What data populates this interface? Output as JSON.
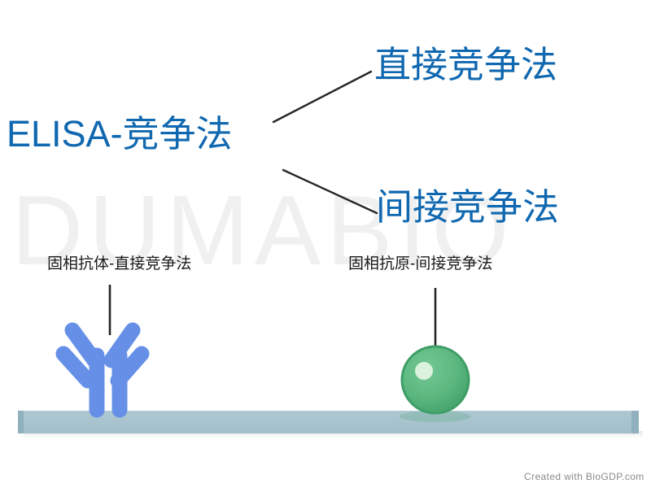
{
  "figure": {
    "title": "ELISA-竞争法",
    "branches": [
      {
        "id": "direct",
        "label": "直接竞争法"
      },
      {
        "id": "indirect",
        "label": "间接竞争法"
      }
    ],
    "captions": [
      {
        "id": "solid-phase-antibody",
        "label": "固相抗体-直接竞争法"
      },
      {
        "id": "solid-phase-antigen",
        "label": "固相抗原-间接竞争法"
      }
    ],
    "watermark": "DUMABIO",
    "footer": "Created with BioGDP.com",
    "colors": {
      "title_blue": "#1068b0",
      "antibody_blue": "#6690e8",
      "antigen_green": "#5cb87f",
      "antigen_green_dark": "#3f9e68",
      "antigen_highlight": "#daf2de",
      "plate_fill": "#a8c4ce",
      "plate_edge": "#8fb0bc",
      "leader_line": "#262626",
      "watermark_gray": "#f0f0f0",
      "footer_gray": "#8a8a8a",
      "background": "#ffffff"
    },
    "elements": {
      "antibody_name": "solid-phase-antibody-y-shape",
      "antigen_name": "solid-phase-antigen-sphere",
      "plate_name": "microplate-solid-phase-bar"
    }
  }
}
